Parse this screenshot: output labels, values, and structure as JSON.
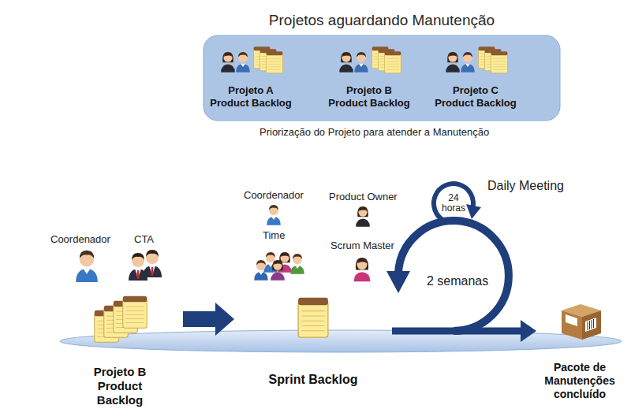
{
  "diagram": {
    "nodes": [
      {
        "text": [
          "Projetos aguardando Manutenção"
        ]
      },
      {
        "text": [
          "Projeto A Product Backlog"
        ],
        "in": 0
      },
      {
        "text": [
          "Projeto B Product Backlog"
        ],
        "in": 0
      },
      {
        "text": [
          "Projeto C Product Backlog"
        ],
        "in": 0
      },
      {
        "text": [
          "Projeto B Product Backlog"
        ]
      },
      {
        "text": [
          "Sprint Backlog"
        ]
      },
      {
        "text": [
          "Pacote de Manutenções concluído"
        ]
      }
    ],
    "edges": [
      {
        "from": 4,
        "to": 5,
        "arrow": "to"
      },
      {
        "from": 5,
        "to": 6,
        "arrow": "to"
      }
    ],
    "labels": [
      "Priorização do Projeto para atender a Manutenção",
      "Coordenador",
      "CTA",
      "Coordenador",
      "Product Owner",
      "Time",
      "Scrum Master",
      "Daily Meeting",
      "24 horas",
      "2 semanas"
    ]
  }
}
